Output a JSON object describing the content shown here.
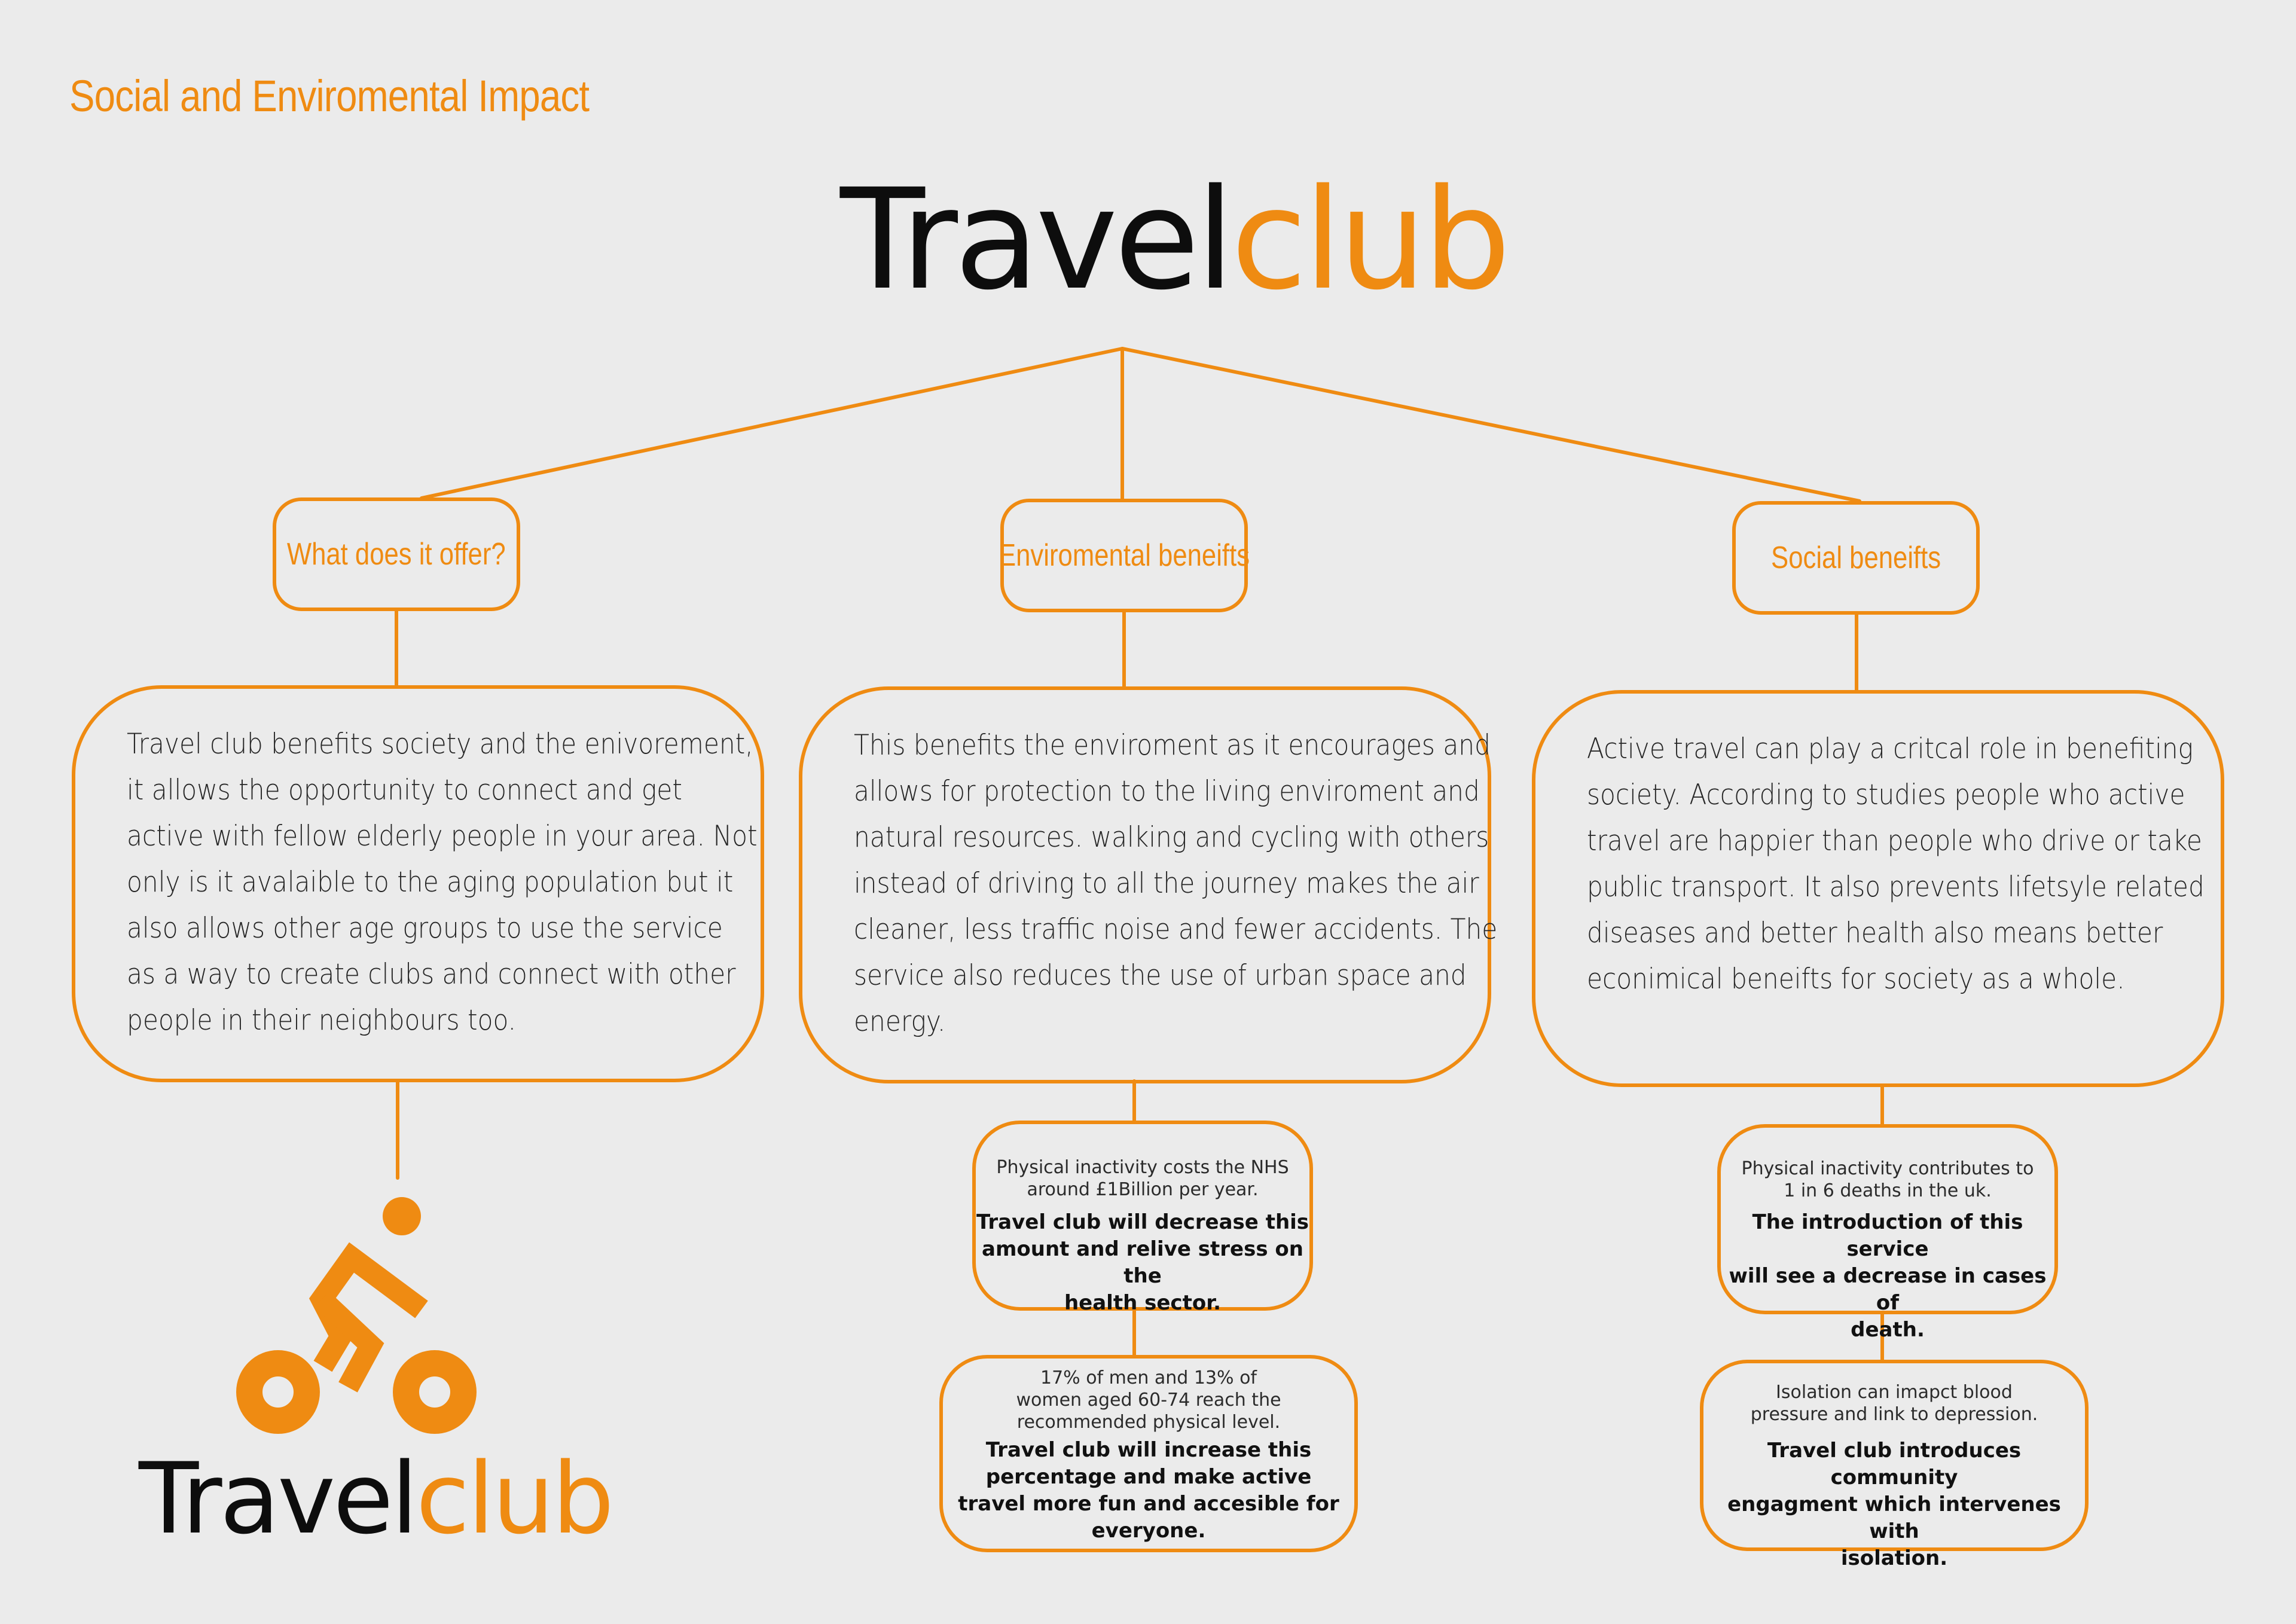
{
  "page_title": "Social and Enviromental Impact",
  "main_title": {
    "part1": "Travel",
    "part2": "club"
  },
  "columns": [
    {
      "header": "What does it offer?",
      "body": [
        "Travel club benefits society and the enivorement,",
        "it allows the opportunity to connect and get",
        "active with fellow elderly people in your area. Not",
        "only is it avalaible to the aging population but it",
        "also allows other age groups to use the service",
        "as a way to create clubs and connect with other",
        "people in their neighbours too."
      ]
    },
    {
      "header": "Enviromental beneifts",
      "body": [
        "This benefits the enviroment as it encourages and",
        "allows for protection to the living enviroment and",
        "natural resources. walking and cycling with others",
        "instead of driving to all the journey makes the air",
        "cleaner, less traffic noise and fewer accidents. The",
        "service also reduces the use of urban space and",
        "energy."
      ],
      "facts": [
        {
          "small": "Physical inactivity costs the NHS\naround £1Billion per year.",
          "bold": "Travel club will decrease this\namount and relive stress on the\nhealth sector."
        },
        {
          "small": "17% of men and 13% of\nwomen aged 60-74 reach the\nrecommended physical level.",
          "bold": "Travel club will increase this\npercentage and make active\ntravel more fun and accesible for\neveryone."
        }
      ]
    },
    {
      "header": "Social beneifts",
      "body": [
        "Active travel can play a critcal role in benefiting",
        "society. According to studies people who active",
        "travel are happier than people who drive or take",
        "public transport. It also prevents lifetsyle related",
        "diseases and better health also means better",
        "econimical beneifts for society as a whole."
      ],
      "facts": [
        {
          "small": "Physical inactivity contributes to\n1 in 6 deaths in the uk.",
          "bold": "The introduction of this service\nwill see a decrease in cases of\ndeath."
        },
        {
          "small": "Isolation can imapct blood\npressure and link to depression.",
          "bold": "Travel club introduces community\nengagment which intervenes with\nisolation."
        }
      ]
    }
  ],
  "logo": {
    "part1": "Travel",
    "part2": "club",
    "icon": "cyclist-icon"
  },
  "colors": {
    "accent": "#ef8b12",
    "text": "#0d0d0d",
    "background": "#ebebeb"
  }
}
